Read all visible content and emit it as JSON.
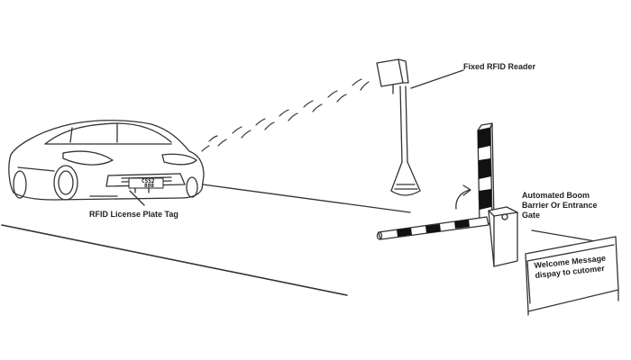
{
  "labels": {
    "reader": "Fixed RFID Reader",
    "plate_tag": "RFID License Plate Tag",
    "barrier_line1": "Automated Boom",
    "barrier_line2": "Barrier Or Entrance",
    "barrier_line3": "Gate",
    "sign_line1": "Welcome Message",
    "sign_line2": "dispay to cutomer"
  },
  "plate": {
    "line1": "CSS2",
    "line2": "880"
  },
  "colors": {
    "ink": "#222222",
    "line": "#333333",
    "stripe": "#111111"
  }
}
